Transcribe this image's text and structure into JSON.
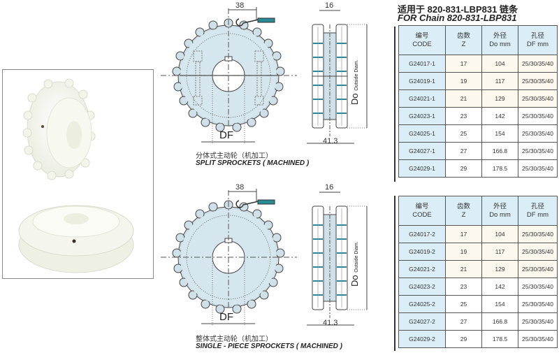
{
  "header": {
    "title_cn": "适用于 820-831-LBP831 链条",
    "title_en": "FOR Chain 820-831-LBP831"
  },
  "photo": {
    "alt": "white plastic sprockets photo"
  },
  "split_drawing": {
    "dim_pitch": "38",
    "dim_width": "16",
    "dim_overall": "41.3",
    "bore_label": "DF",
    "od_label": "Do",
    "od_sub": "Outside Diam.",
    "caption_cn": "分体式主动轮（机加工）",
    "caption_en": "SPLIT SPROCKETS ( MACHINED )"
  },
  "single_drawing": {
    "dim_pitch": "38",
    "dim_width": "16",
    "dim_overall": "41.3",
    "bore_label": "DF",
    "od_label": "Do",
    "od_sub": "Outside Diam.",
    "caption_cn": "整体式主动轮（机加工）",
    "caption_en": "SINGLE - PIECE SPROCKETS ( MACHINED )"
  },
  "table_headers": {
    "code_cn": "编号",
    "code_en": "CODE",
    "z_cn": "齿数",
    "z_en": "Z",
    "do_cn": "外径",
    "do_en": "Do mm",
    "df_cn": "孔径",
    "df_en": "DF mm"
  },
  "split_table": [
    {
      "code": "G24017-1",
      "z": "17",
      "do": "104",
      "df": "25/30/35/40"
    },
    {
      "code": "G24019-1",
      "z": "19",
      "do": "117",
      "df": "25/30/35/40"
    },
    {
      "code": "G24021-1",
      "z": "21",
      "do": "129",
      "df": "25/30/35/40"
    },
    {
      "code": "G24023-1",
      "z": "23",
      "do": "142",
      "df": "25/30/35/40"
    },
    {
      "code": "G24025-1",
      "z": "25",
      "do": "154",
      "df": "25/30/35/40"
    },
    {
      "code": "G24027-1",
      "z": "27",
      "do": "166.8",
      "df": "25/30/35/40"
    },
    {
      "code": "G24029-1",
      "z": "29",
      "do": "178.5",
      "df": "25/30/35/40"
    }
  ],
  "single_table": [
    {
      "code": "G24017-2",
      "z": "17",
      "do": "104",
      "df": "25/30/35/40"
    },
    {
      "code": "G24019-2",
      "z": "19",
      "do": "117",
      "df": "25/30/35/40"
    },
    {
      "code": "G24021-2",
      "z": "21",
      "do": "129",
      "df": "25/30/35/40"
    },
    {
      "code": "G24023-2",
      "z": "23",
      "do": "142",
      "df": "25/30/35/40"
    },
    {
      "code": "G24025-2",
      "z": "25",
      "do": "154",
      "df": "25/30/35/40"
    },
    {
      "code": "G24027-2",
      "z": "27",
      "do": "166.8",
      "df": "25/30/35/40"
    },
    {
      "code": "G24029-2",
      "z": "29",
      "do": "178.5",
      "df": "25/30/35/40"
    }
  ],
  "colors": {
    "header_bg": "#dbeef8",
    "warm_bg": "#fdf8ee",
    "gear_fill": "#cfe0e8",
    "chain_teal": "#2a8a94"
  }
}
